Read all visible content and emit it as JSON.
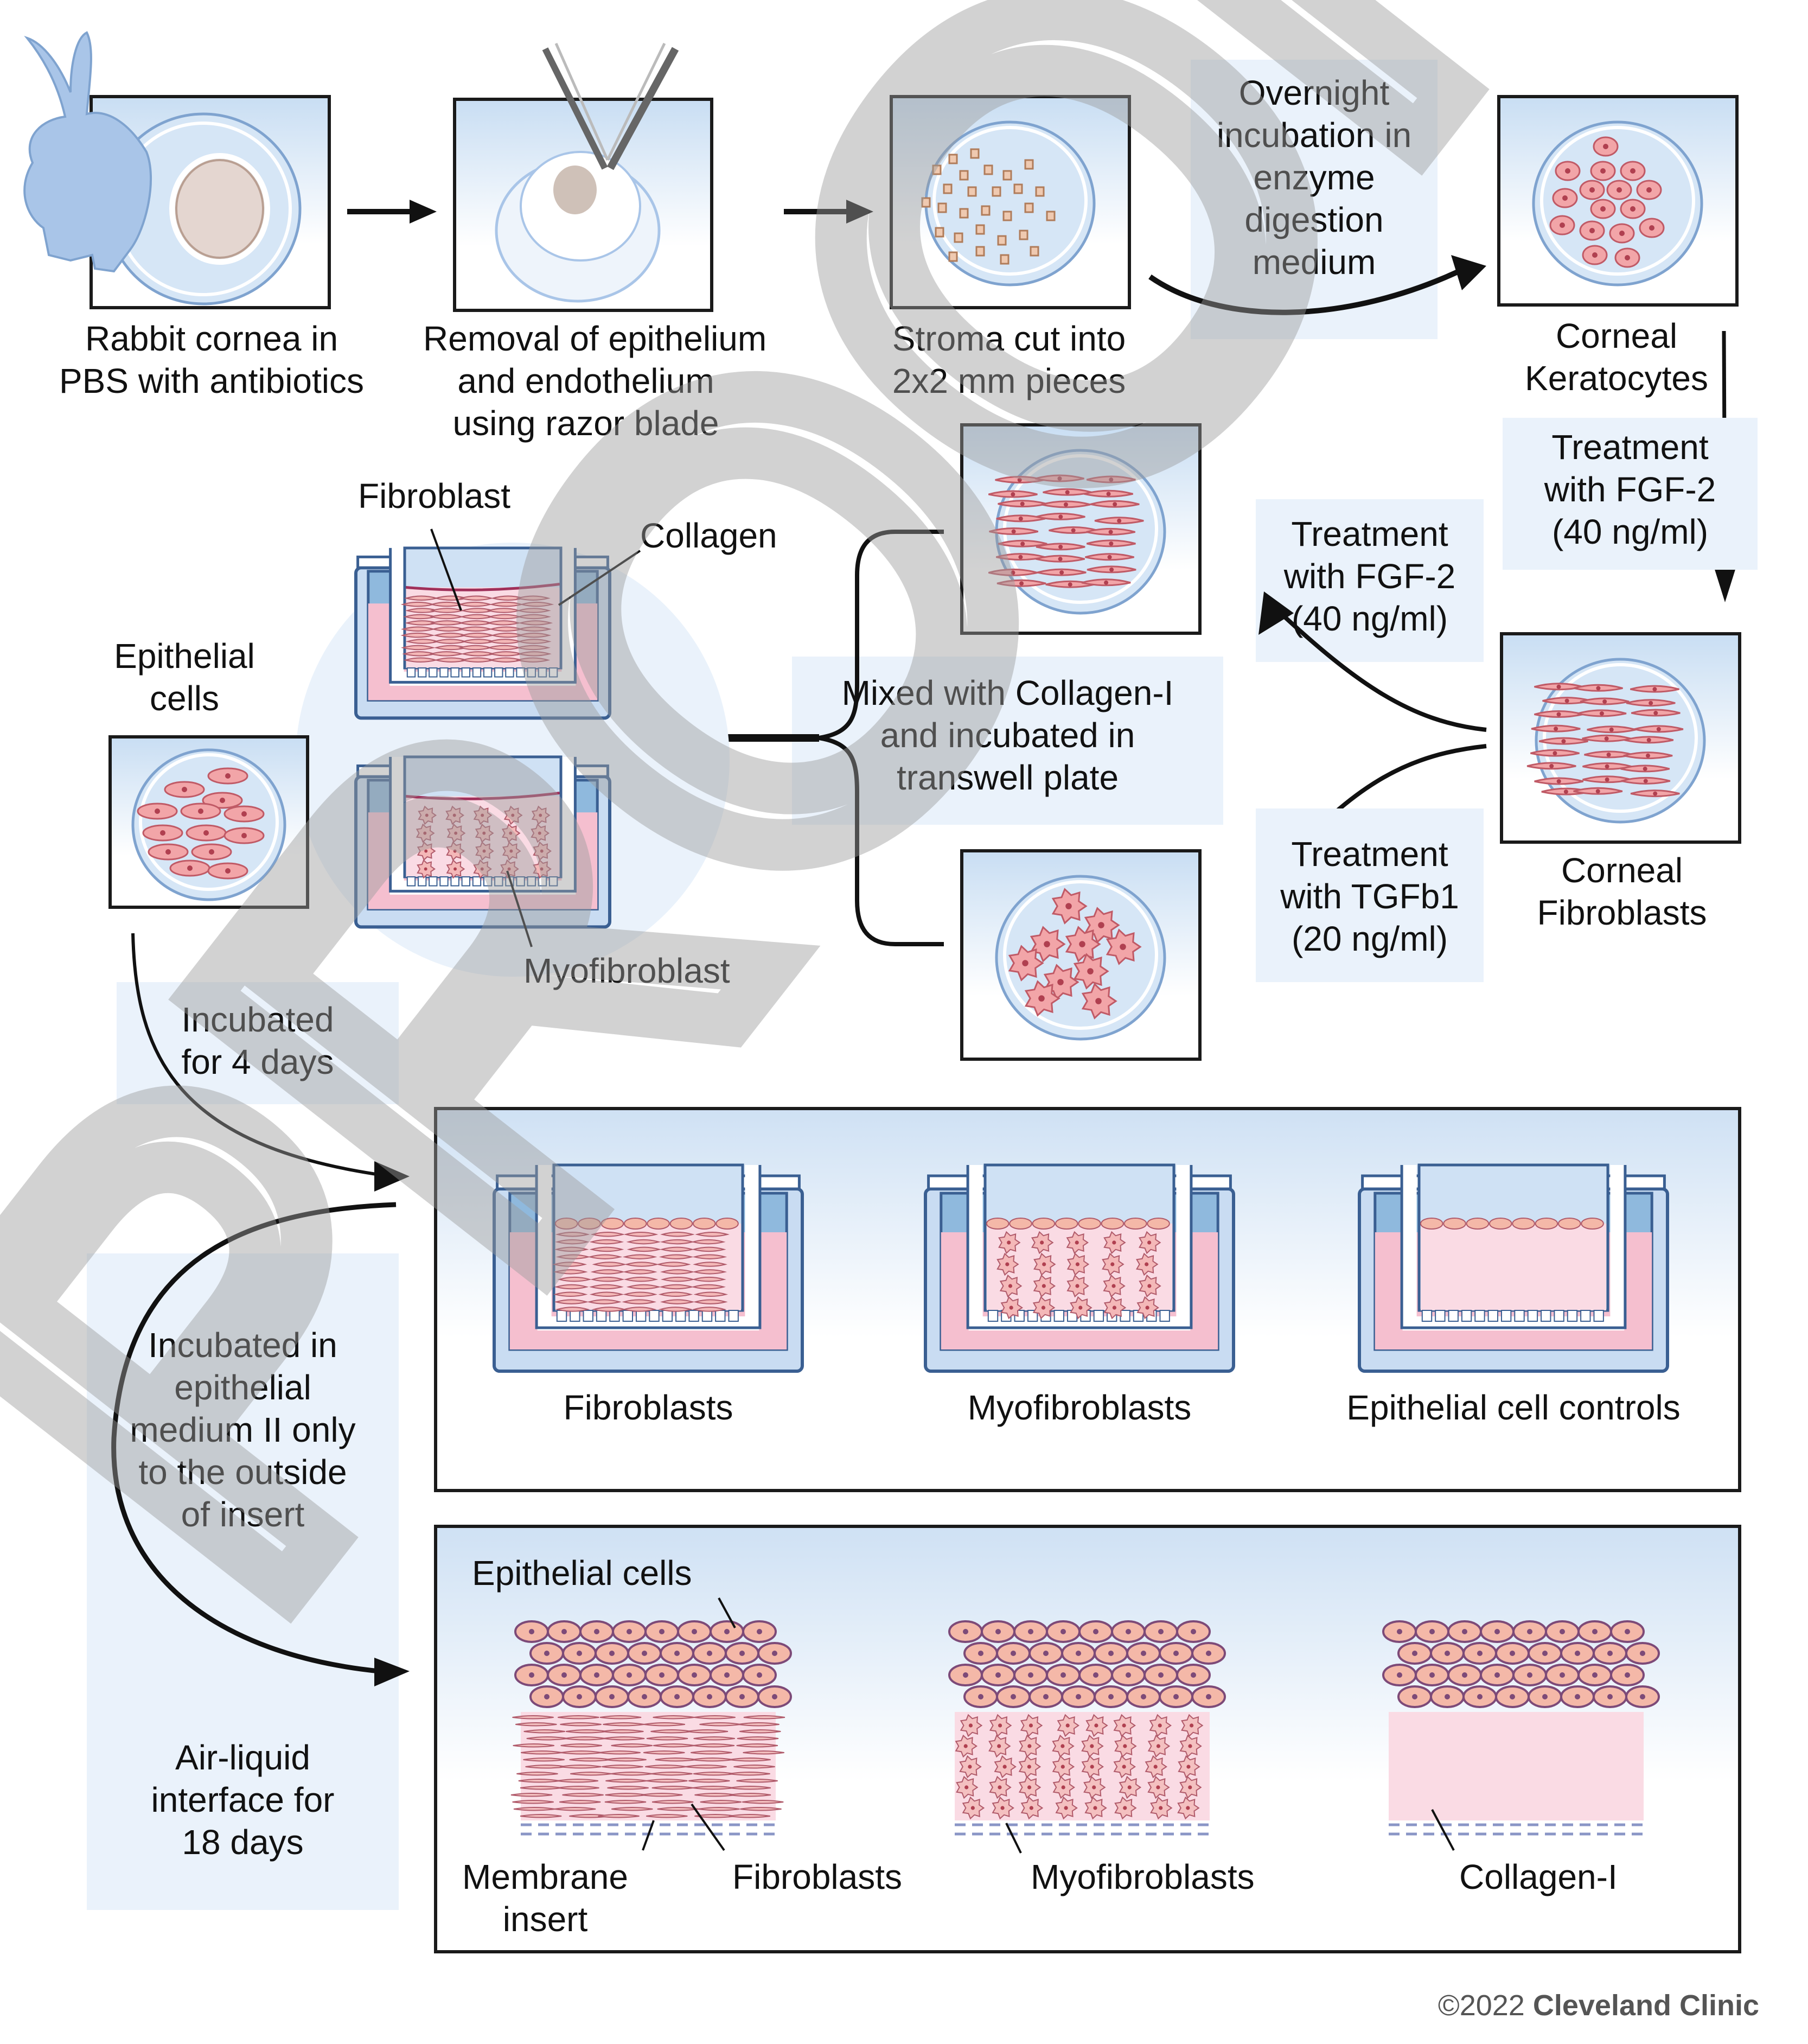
{
  "steps": {
    "rabbit": {
      "label": [
        "Rabbit cornea in",
        "PBS with antibiotics"
      ]
    },
    "removal": {
      "label": [
        "Removal of epithelium",
        "and endothelium",
        "using razor blade"
      ]
    },
    "stroma": {
      "label": [
        "Stroma cut into",
        "2x2 mm pieces"
      ]
    },
    "keratocytes": {
      "label": [
        "Corneal",
        "Keratocytes"
      ]
    },
    "fibroblasts": {
      "label": [
        "Corneal",
        "Fibroblasts"
      ]
    },
    "epithelial": {
      "label": [
        "Epithelial",
        "cells"
      ]
    }
  },
  "notes": {
    "overnight": [
      "Overnight",
      "incubation in",
      "enzyme",
      "digestion",
      "medium"
    ],
    "fgf2_right": [
      "Treatment",
      "with FGF-2",
      "(40 ng/ml)"
    ],
    "fgf2_mid": [
      "Treatment",
      "with FGF-2",
      "(40 ng/ml)"
    ],
    "tgfb1": [
      "Treatment",
      "with TGFb1",
      "(20 ng/ml)"
    ],
    "mixed": [
      "Mixed with Collagen-I",
      "and incubated in",
      "transwell plate"
    ],
    "incubated4": [
      "Incubated",
      "for 4 days"
    ],
    "incubated_medium": [
      "Incubated in",
      "epithelial",
      "medium II only",
      "to the outside",
      "of insert"
    ],
    "air_liquid": [
      "Air-liquid",
      "interface for",
      "18 days"
    ]
  },
  "transwell_callouts": {
    "fibroblast": "Fibroblast",
    "collagen": "Collagen",
    "myofibroblast": "Myofibroblast"
  },
  "panel_transwell": {
    "items": [
      "Fibroblasts",
      "Myofibroblasts",
      "Epithelial cell controls"
    ]
  },
  "panel_tissue": {
    "epithelial_cells": "Epithelial cells",
    "membrane_insert": [
      "Membrane",
      "insert"
    ],
    "fibroblasts": "Fibroblasts",
    "myofibroblasts": "Myofibroblasts",
    "collagen": "Collagen-I"
  },
  "watermark": "PROOF",
  "copyright": {
    "symbol_year": "©2022",
    "org": "Cleveland Clinic"
  },
  "colors": {
    "panel_blue": "#c9def3",
    "note_bg": "#eaf2fb",
    "cell_pink": "#f2a5a8",
    "tissue_pink": "#fadbe4",
    "outline": "#3a5f92",
    "rabbit": "#a9c5e8"
  }
}
